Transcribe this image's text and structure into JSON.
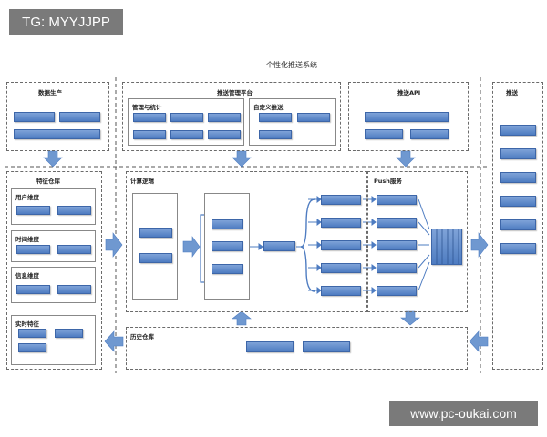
{
  "watermarks": {
    "top": "TG: MYYJJPP",
    "bottom": "www.pc-oukai.com"
  },
  "diagram": {
    "title": "个性化推送系统",
    "panels": {
      "data_production": "数据生产",
      "push_management": "推送管理平台",
      "push_api": "推送API",
      "push_right": "推送",
      "feature_store": "特征仓库",
      "compute_logic": "计算逻辑",
      "push_service": "Push服务",
      "history_store": "历史仓库"
    },
    "sub_panels": {
      "manage_stats": "管理与统计",
      "custom_push": "自定义推送",
      "user_dim": "用户维度",
      "time_dim": "时间维度",
      "info_dim": "信息维度",
      "realtime": "实时特征"
    },
    "colors": {
      "box_top": "#7fa3d8",
      "box_bottom": "#4e7cc1",
      "arrow": "#6f98d0"
    }
  }
}
